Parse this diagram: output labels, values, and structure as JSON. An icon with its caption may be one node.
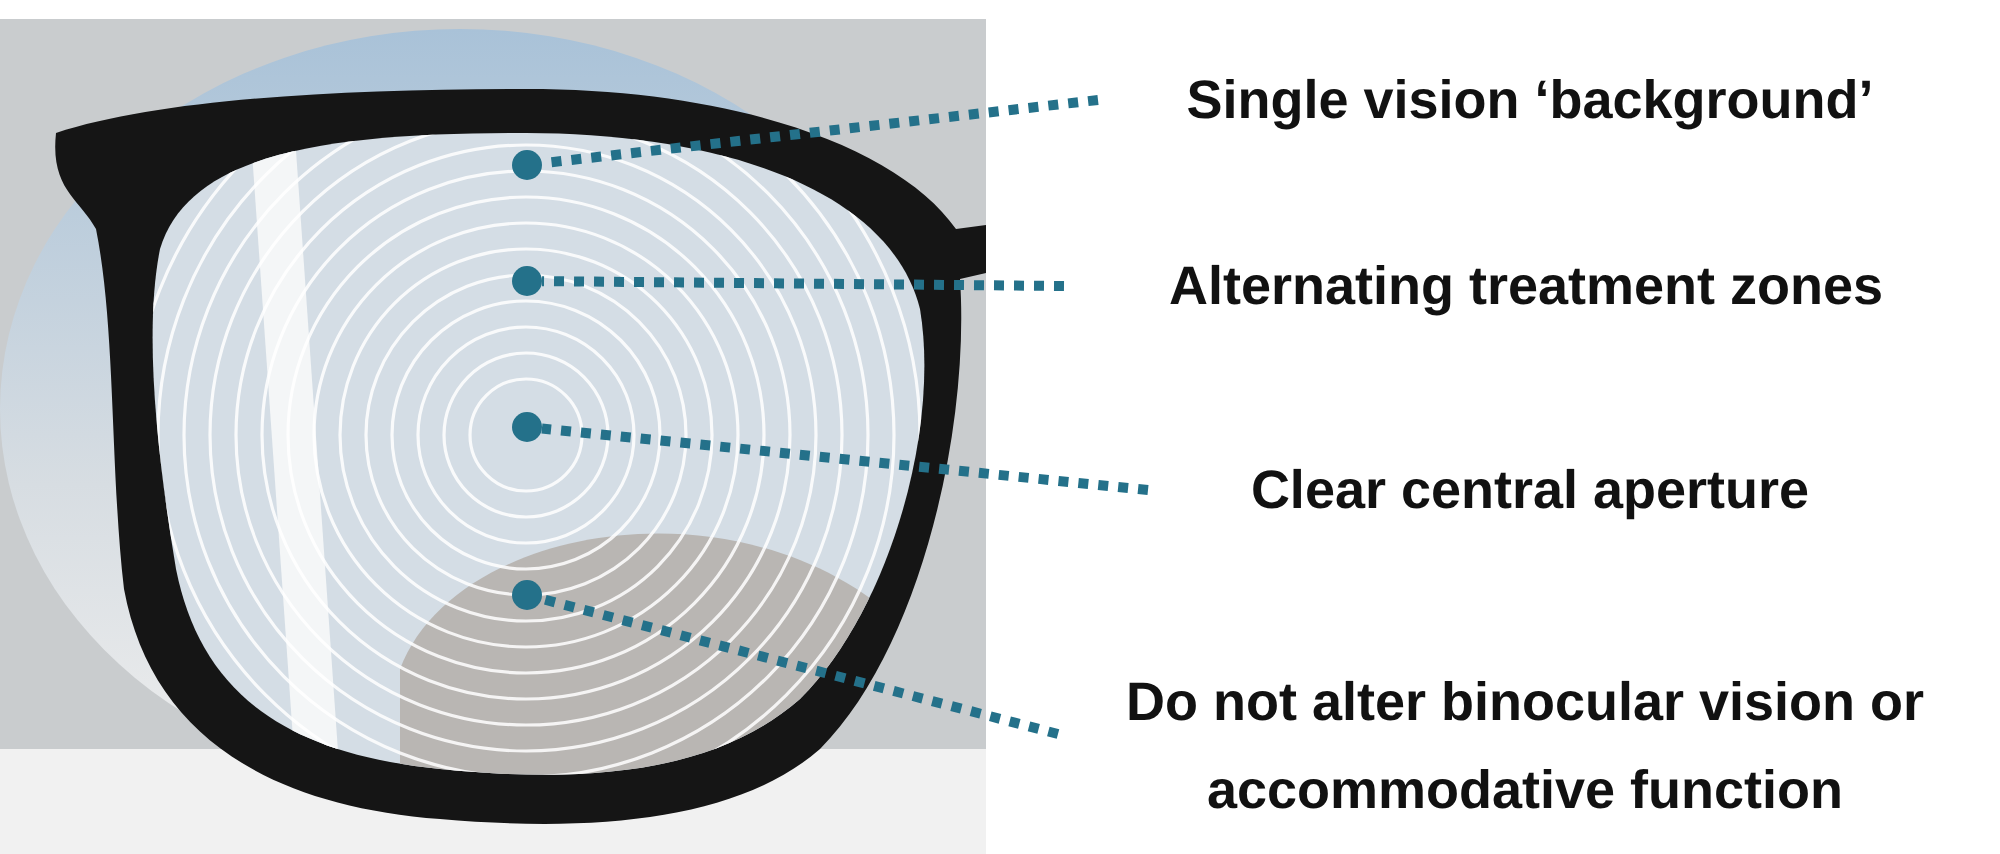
{
  "diagram": {
    "nodes": [
      {
        "text": [
          "Single vision ‘background’"
        ]
      },
      {
        "text": [
          "Alternating treatment zones"
        ]
      },
      {
        "text": [
          "Clear central aperture"
        ]
      },
      {
        "text": [
          "Do not alter binocular vision or accommodative function"
        ]
      },
      {
        "text": [],
        "shape": "circle"
      },
      {
        "text": [],
        "shape": "circle"
      },
      {
        "text": [],
        "shape": "circle"
      },
      {
        "text": [],
        "shape": "circle"
      }
    ],
    "edges": [
      {
        "from": 0,
        "to": 4,
        "arrow": "none",
        "style": "dashed"
      },
      {
        "from": 1,
        "to": 5,
        "arrow": "none",
        "style": "dashed"
      },
      {
        "from": 2,
        "to": 6,
        "arrow": "none",
        "style": "dashed"
      },
      {
        "from": 3,
        "to": 7,
        "arrow": "none",
        "style": "dashed"
      }
    ]
  }
}
